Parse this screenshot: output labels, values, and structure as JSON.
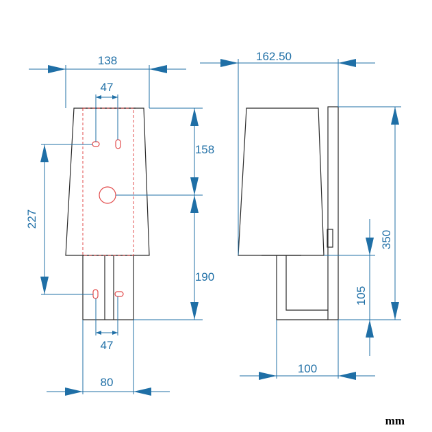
{
  "dimensions": {
    "front_width": "138",
    "front_hole_spacing_top": "47",
    "front_upper_height": "158",
    "front_lower_height": "190",
    "front_slot_distance": "227",
    "front_hole_spacing_bottom": "47",
    "front_bracket_width": "80",
    "side_depth": "162.50",
    "side_total_height": "350",
    "side_bracket_height": "105",
    "side_bracket_depth": "100"
  },
  "unit": "mm",
  "colors": {
    "dimension": "#1f6fa6",
    "outline": "#2a2a2a",
    "hidden": "#e24b4b"
  }
}
